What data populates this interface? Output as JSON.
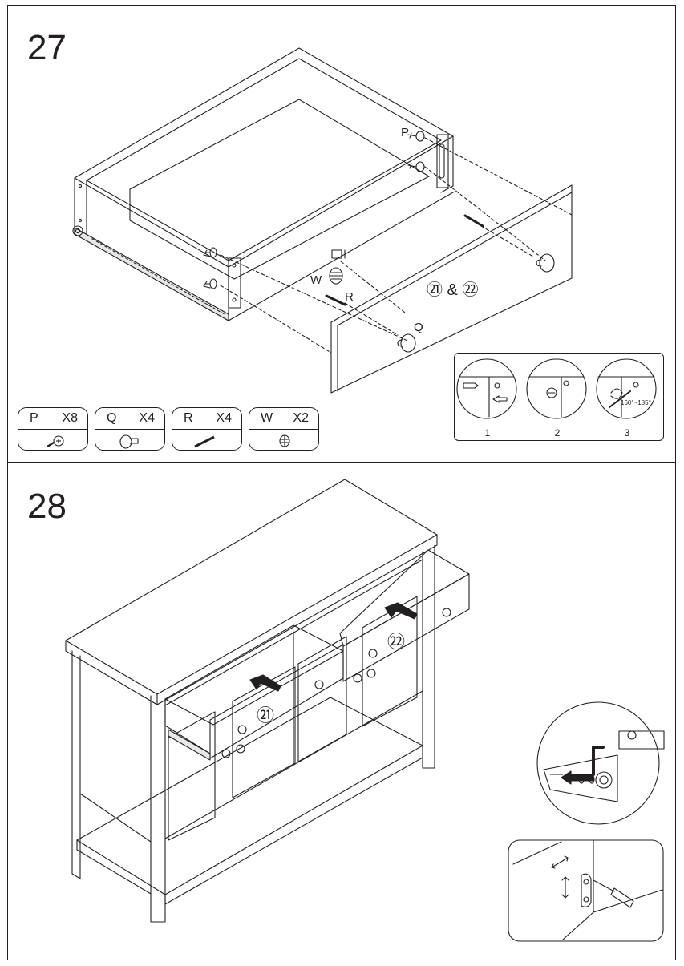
{
  "steps": [
    {
      "number": "27"
    },
    {
      "number": "28"
    }
  ],
  "step27": {
    "callouts": {
      "p": "P",
      "w": "W",
      "r": "R",
      "q": "Q",
      "panels": "㉑ & ㉒"
    },
    "hardware": [
      {
        "label": "P",
        "qty": "X8",
        "icon": "screw-icon"
      },
      {
        "label": "Q",
        "qty": "X4",
        "icon": "knob-icon"
      },
      {
        "label": "R",
        "qty": "X4",
        "icon": "bolt-icon"
      },
      {
        "label": "W",
        "qty": "X2",
        "icon": "cam-lock-icon"
      }
    ],
    "inset": {
      "labels": [
        "1",
        "2",
        "3"
      ],
      "angle": "160°~185°"
    }
  },
  "step28": {
    "drawer_labels": [
      "㉑",
      "㉒"
    ]
  },
  "colors": {
    "line": "#231f20",
    "background": "#ffffff"
  }
}
